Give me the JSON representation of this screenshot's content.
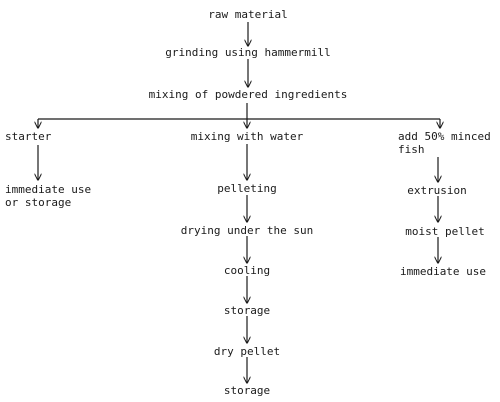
{
  "flowchart": {
    "root": {
      "raw_material": "raw material",
      "grinding": "grinding using hammermill",
      "mixing": "mixing of powdered ingredients"
    },
    "left_branch": {
      "starter": "starter",
      "use": "immediate use\nor storage"
    },
    "middle_branch": {
      "mixing_water": "mixing with water",
      "pelleting": "pelleting",
      "drying": "drying under the sun",
      "cooling": "cooling",
      "storage1": "storage",
      "dry_pellet": "dry pellet",
      "storage2": "storage"
    },
    "right_branch": {
      "add_fish": "add 50% minced\nfish",
      "extrusion": "extrusion",
      "moist_pellet": "moist pellet",
      "immediate_use": "immediate use"
    }
  }
}
